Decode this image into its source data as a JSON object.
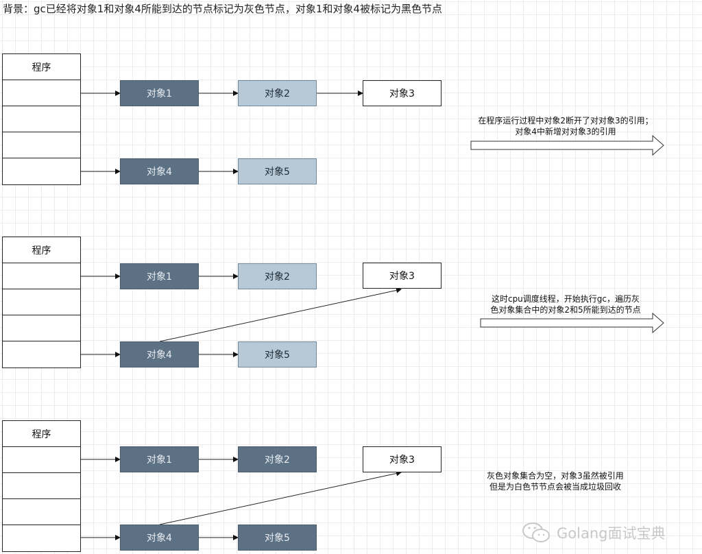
{
  "title": "背景：gc已经将对象1和对象4所能到达的节点标记为灰色节点，对象1和对象4被标记为黑色节点",
  "colors": {
    "black_node": "#5d7185",
    "gray_node": "#b7c9d6",
    "white_node": "#ffffff"
  },
  "sections": [
    {
      "program_label": "程序",
      "objects": [
        {
          "label": "对象1",
          "color": "black"
        },
        {
          "label": "对象2",
          "color": "gray"
        },
        {
          "label": "对象3",
          "color": "white"
        },
        {
          "label": "对象4",
          "color": "black"
        },
        {
          "label": "对象5",
          "color": "gray"
        }
      ],
      "note": [
        "在程序运行过程中对象2断开了对对象3的引用；",
        "对象4中新增对对象3的引用"
      ]
    },
    {
      "program_label": "程序",
      "objects": [
        {
          "label": "对象1",
          "color": "black"
        },
        {
          "label": "对象2",
          "color": "gray"
        },
        {
          "label": "对象3",
          "color": "white"
        },
        {
          "label": "对象4",
          "color": "black"
        },
        {
          "label": "对象5",
          "color": "gray"
        }
      ],
      "note": [
        "这时cpu调度线程，开始执行gc，遍历灰",
        "色对象集合中的对象2和5所能到达的节点"
      ]
    },
    {
      "program_label": "程序",
      "objects": [
        {
          "label": "对象1",
          "color": "black"
        },
        {
          "label": "对象2",
          "color": "black"
        },
        {
          "label": "对象3",
          "color": "white"
        },
        {
          "label": "对象4",
          "color": "black"
        },
        {
          "label": "对象5",
          "color": "black"
        }
      ],
      "note": [
        "灰色对象集合为空，对象3虽然被引用",
        "但是为白色节节点会被当成垃圾回收"
      ]
    }
  ],
  "watermark": "Golang面试宝典",
  "watermark_icon": "wechat-icon"
}
